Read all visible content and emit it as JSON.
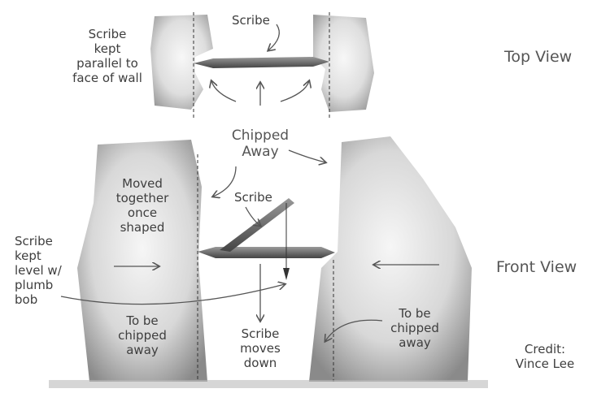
{
  "top_view": {
    "title": "Top View",
    "scribe_label": "Scribe",
    "note": [
      "Scribe",
      "kept",
      "parallel to",
      "face of wall"
    ],
    "chipped": [
      "Chipped",
      "Away"
    ]
  },
  "front_view": {
    "title": "Front View",
    "moved": [
      "Moved",
      "together",
      "once",
      "shaped"
    ],
    "scribe_label": "Scribe",
    "level_note": [
      "Scribe",
      "kept",
      "level w/",
      "plumb",
      "bob"
    ],
    "left_chip": [
      "To be",
      "chipped",
      "away"
    ],
    "right_chip": [
      "To be",
      "chipped",
      "away"
    ],
    "moves_down": [
      "Scribe",
      "moves",
      "down"
    ]
  },
  "credit": [
    "Credit:",
    "Vince Lee"
  ]
}
